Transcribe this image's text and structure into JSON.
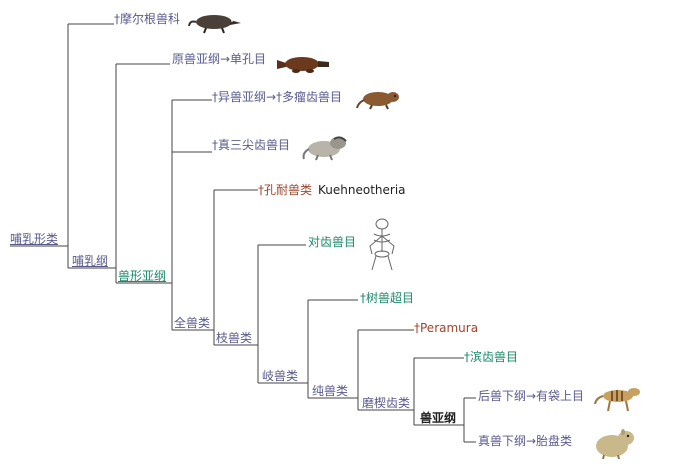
{
  "colors": {
    "line": "#444444",
    "purple": "#5a5a8c",
    "green": "#1b8a6b",
    "red": "#a0442c",
    "black": "#222222"
  },
  "nodes": {
    "mammaliaformes": "哺乳形类",
    "mammalia": "哺乳纲",
    "theriiformes": "兽形亚纲",
    "holotheria": "全兽类",
    "trechnotheria": "枝兽类",
    "cladotheria": "岐兽类",
    "zatheria": "纯兽类",
    "tribosphenida": "磨楔齿类",
    "theria": "兽亚纲"
  },
  "leaves": {
    "morganucodontidae": "†摩尔根兽科",
    "monotremata": "原兽亚纲→单孔目",
    "multituberculata": "†异兽亚纲→†多瘤齿兽目",
    "eutriconodonta": "†真三尖齿兽目",
    "kuehneotheria_cn": "†孔耐兽类",
    "kuehneotheria_latin": "Kuehneotheria",
    "symmetrodonta": "对齿兽目",
    "dryolestoidea": "†树兽超目",
    "peramura": "†Peramura",
    "aegialodontia": "†滨齿兽目",
    "marsupialia": "后兽下纲→有袋上目",
    "placentalia": "真兽下纲→胎盘类"
  },
  "icons": [
    "morganucodon-icon",
    "platypus-icon",
    "multituberculate-icon",
    "triconodont-icon",
    "skeleton-icon",
    "thylacine-icon",
    "rodent-icon"
  ]
}
